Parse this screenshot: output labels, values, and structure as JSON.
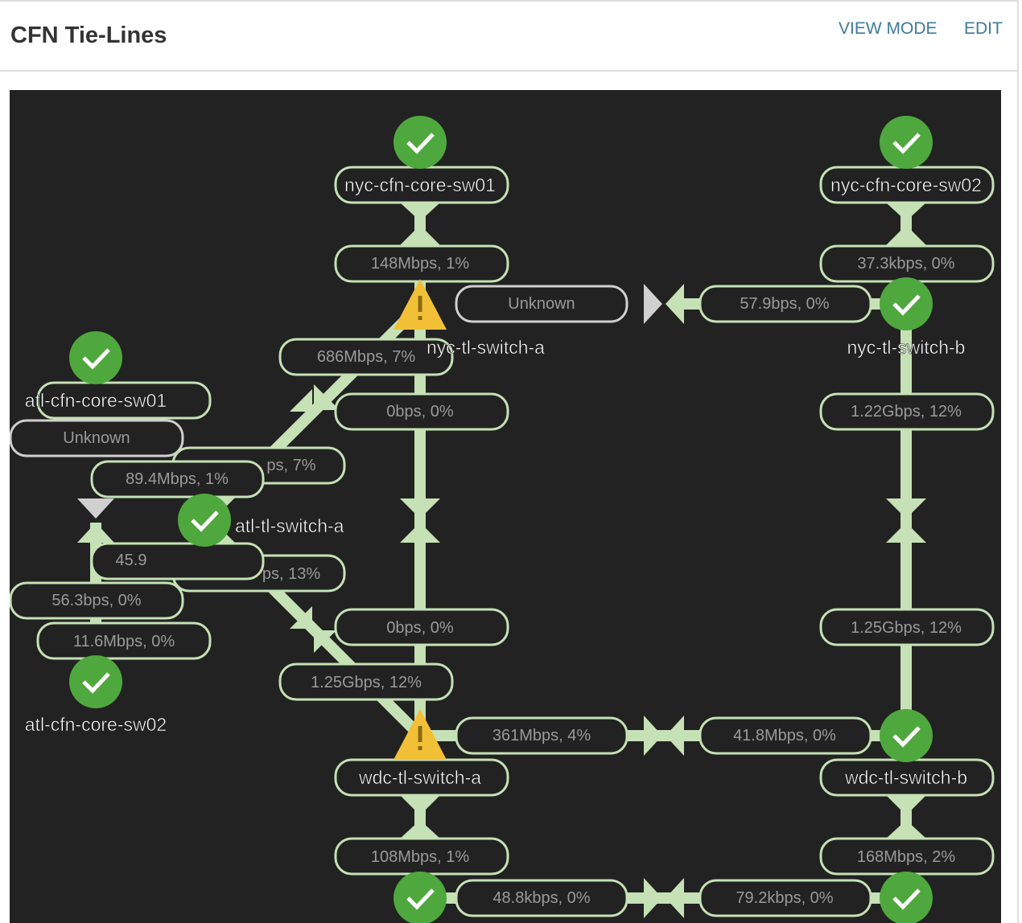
{
  "header": {
    "title": "CFN Tie-Lines",
    "view_mode": "VIEW MODE",
    "edit": "EDIT"
  },
  "colors": {
    "link": "#c5e1b5",
    "ok": "#4fa83d",
    "warning": "#f2c037",
    "unknown": "#d0d0d0",
    "background": "#222222"
  },
  "nodes": [
    {
      "name": "nyc-cfn-core-sw01",
      "status": "ok"
    },
    {
      "name": "nyc-cfn-core-sw02",
      "status": "ok"
    },
    {
      "name": "nyc-tl-switch-a",
      "status": "warning"
    },
    {
      "name": "nyc-tl-switch-b",
      "status": "ok"
    },
    {
      "name": "atl-cfn-core-sw01",
      "status": "ok"
    },
    {
      "name": "atl-tl-switch-a",
      "status": "ok"
    },
    {
      "name": "atl-cfn-core-sw02",
      "status": "ok"
    },
    {
      "name": "wdc-tl-switch-a",
      "status": "warning"
    },
    {
      "name": "wdc-tl-switch-b",
      "status": "ok"
    }
  ],
  "links": [
    "148Mbps, 1%",
    "37.3kbps, 0%",
    "Unknown",
    "57.9bps, 0%",
    "686Mbps, 7%",
    "0bps, 0%",
    "1.22Gbps, 12%",
    "Unknown",
    "ps, 7%",
    "89.4Mbps, 1%",
    "45.9",
    "ps, 13%",
    "56.3bps, 0%",
    "11.6Mbps, 0%",
    "0bps, 0%",
    "1.25Gbps, 12%",
    "1.25Gbps, 12%",
    "361Mbps, 4%",
    "41.8Mbps, 0%",
    "108Mbps, 1%",
    "168Mbps, 2%",
    "48.8kbps, 0%",
    "79.2kbps, 0%"
  ]
}
